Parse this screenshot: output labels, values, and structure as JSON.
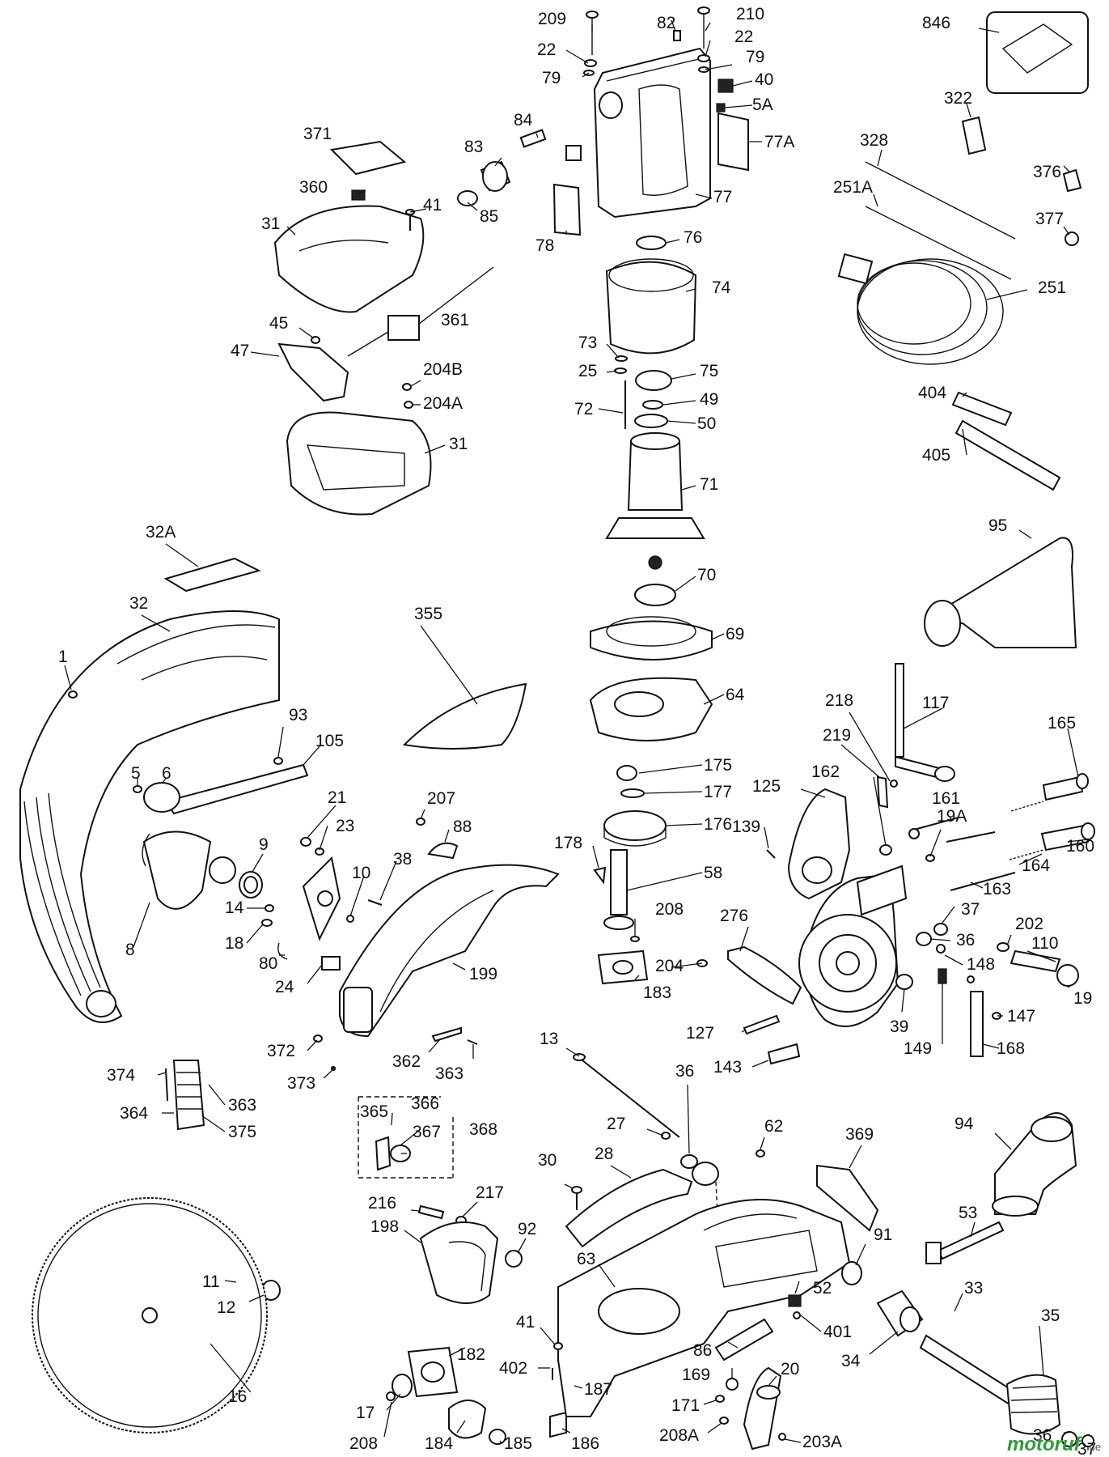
{
  "diagram": {
    "type": "exploded-parts-diagram",
    "watermark": {
      "brand": "motoruf",
      "suffix": ".de"
    },
    "part_labels": [
      "209",
      "82",
      "210",
      "22",
      "22",
      "79",
      "79",
      "40",
      "5A",
      "846",
      "77A",
      "371",
      "84",
      "83",
      "360",
      "41",
      "85",
      "31",
      "78",
      "77",
      "76",
      "322",
      "328",
      "376",
      "251A",
      "377",
      "74",
      "251",
      "361",
      "45",
      "47",
      "73",
      "25",
      "75",
      "49",
      "72",
      "50",
      "204B",
      "204A",
      "31",
      "404",
      "405",
      "71",
      "32A",
      "95",
      "70",
      "32",
      "355",
      "69",
      "1",
      "93",
      "105",
      "64",
      "218",
      "117",
      "5",
      "6",
      "175",
      "219",
      "162",
      "165",
      "125",
      "177",
      "21",
      "207",
      "88",
      "176",
      "161",
      "19A",
      "23",
      "9",
      "139",
      "178",
      "160",
      "10",
      "38",
      "58",
      "164",
      "163",
      "14",
      "208",
      "276",
      "37",
      "202",
      "18",
      "36",
      "110",
      "204",
      "80",
      "199",
      "148",
      "183",
      "8",
      "19",
      "24",
      "147",
      "39",
      "149",
      "168",
      "127",
      "372",
      "362",
      "363",
      "143",
      "13",
      "36",
      "373",
      "374",
      "363",
      "364",
      "375",
      "365",
      "366",
      "27",
      "367",
      "368",
      "62",
      "369",
      "94",
      "30",
      "28",
      "216",
      "217",
      "53",
      "198",
      "92",
      "63",
      "91",
      "11",
      "12",
      "52",
      "33",
      "41",
      "401",
      "35",
      "34",
      "86",
      "182",
      "402",
      "169",
      "20",
      "187",
      "171",
      "16",
      "17",
      "208A",
      "203A",
      "184",
      "185",
      "186",
      "208",
      "36",
      "37"
    ]
  }
}
